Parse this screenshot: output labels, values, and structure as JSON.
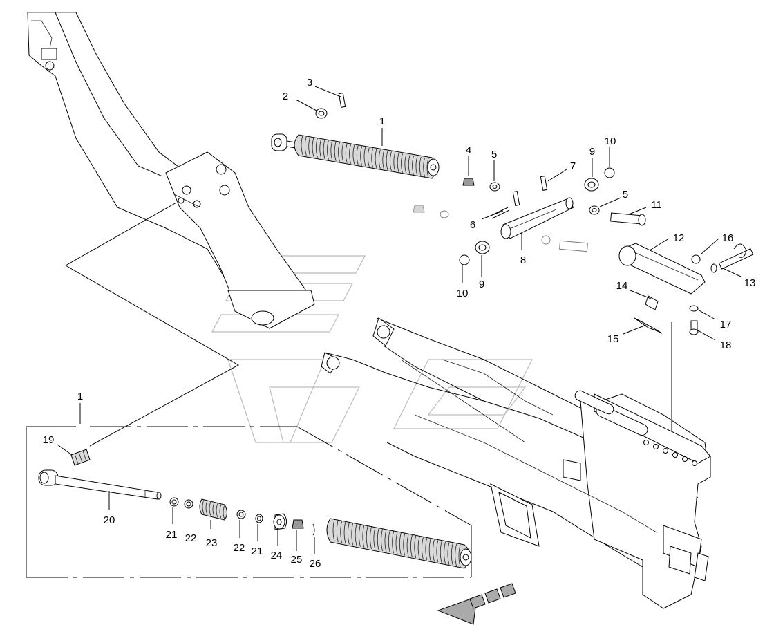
{
  "callouts": [
    {
      "id": "c1a",
      "label": "1"
    },
    {
      "id": "c2",
      "label": "2"
    },
    {
      "id": "c3",
      "label": "3"
    },
    {
      "id": "c4",
      "label": "4"
    },
    {
      "id": "c5a",
      "label": "5"
    },
    {
      "id": "c5b",
      "label": "5"
    },
    {
      "id": "c6",
      "label": "6"
    },
    {
      "id": "c7",
      "label": "7"
    },
    {
      "id": "c8",
      "label": "8"
    },
    {
      "id": "c9a",
      "label": "9"
    },
    {
      "id": "c9b",
      "label": "9"
    },
    {
      "id": "c10a",
      "label": "10"
    },
    {
      "id": "c10b",
      "label": "10"
    },
    {
      "id": "c11",
      "label": "11"
    },
    {
      "id": "c12",
      "label": "12"
    },
    {
      "id": "c13",
      "label": "13"
    },
    {
      "id": "c14",
      "label": "14"
    },
    {
      "id": "c15",
      "label": "15"
    },
    {
      "id": "c16",
      "label": "16"
    },
    {
      "id": "c17",
      "label": "17"
    },
    {
      "id": "c18",
      "label": "18"
    },
    {
      "id": "c1b",
      "label": "1"
    },
    {
      "id": "c19",
      "label": "19"
    },
    {
      "id": "c20",
      "label": "20"
    },
    {
      "id": "c21a",
      "label": "21"
    },
    {
      "id": "c22a",
      "label": "22"
    },
    {
      "id": "c23",
      "label": "23"
    },
    {
      "id": "c22b",
      "label": "22"
    },
    {
      "id": "c21b",
      "label": "21"
    },
    {
      "id": "c24",
      "label": "24"
    },
    {
      "id": "c25",
      "label": "25"
    },
    {
      "id": "c26",
      "label": "26"
    }
  ]
}
